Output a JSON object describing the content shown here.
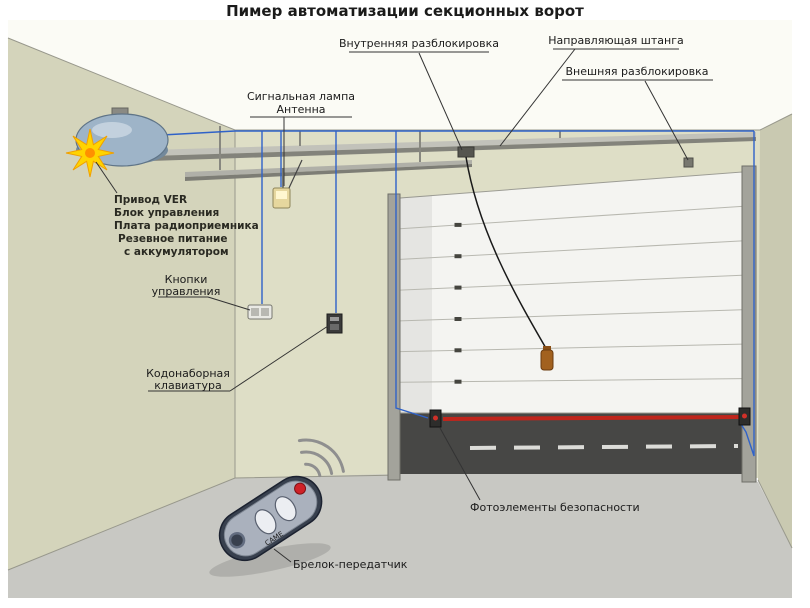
{
  "title": "Пимер автоматизации секционных ворот",
  "labels": {
    "internal_release": "Внутренняя разблокировка",
    "guide_rod": "Направляющая штанга",
    "external_release": "Внешняя разблокировка",
    "signal_lamp": "Сигнальная лампа",
    "antenna": "Антенна",
    "drive_unit": [
      "Привод VER",
      "Блок управления",
      "Плата радиоприемника",
      "Резевное питание",
      "с аккумулятором"
    ],
    "control_buttons": [
      "Кнопки",
      "управления"
    ],
    "keypad": [
      "Кодонаборная",
      "клавиатура"
    ],
    "photocells": "Фотоэлементы безопасности",
    "remote": "Брелок-передатчик",
    "fob_brand": "CAME"
  },
  "colors": {
    "wire": "#2f62c8",
    "photocell_beam": "#c0251c",
    "flash": "#ffd400",
    "back_wall": "#dedec6",
    "door": "#f4f4f1",
    "remote_button_red": "#cf2128"
  }
}
